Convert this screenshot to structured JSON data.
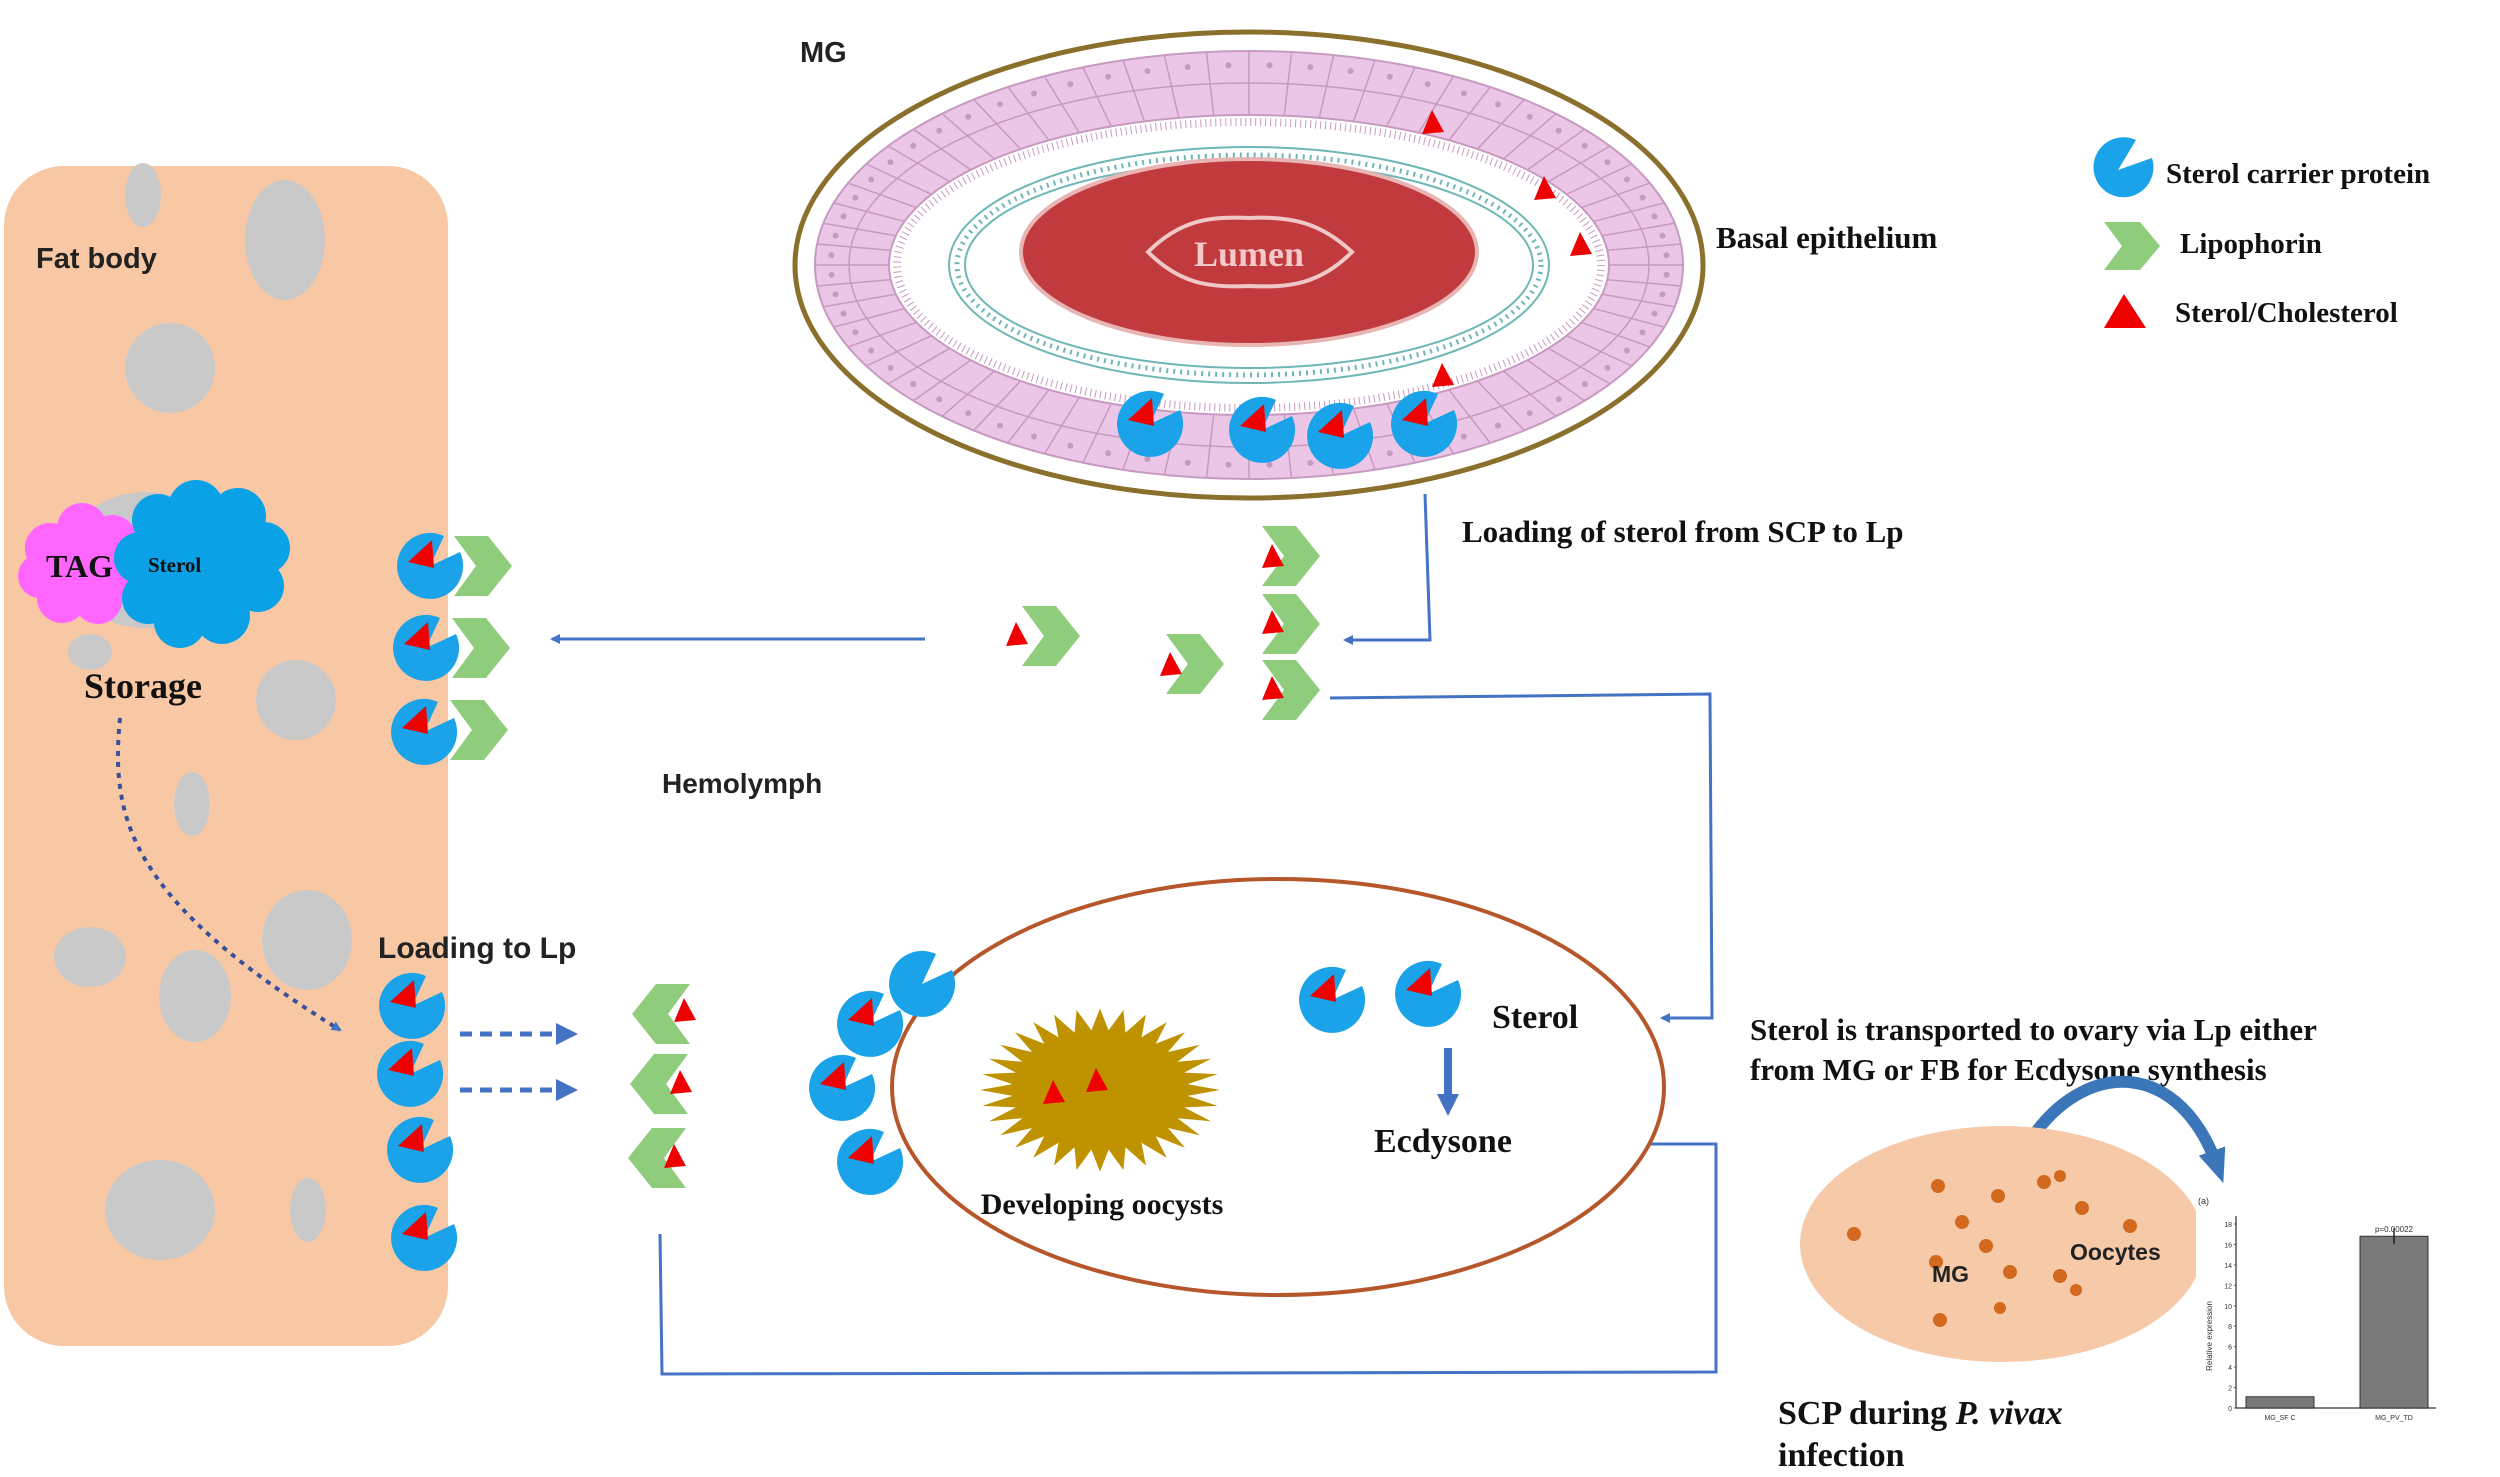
{
  "labels": {
    "mg": "MG",
    "lumen": "Lumen",
    "basal_epithelium": "Basal epithelium",
    "fat_body": "Fat body",
    "tag": "TAG",
    "sterol_store": "Sterol",
    "storage": "Storage",
    "loading_scp_lp": "Loading of sterol from SCP to Lp",
    "hemolymph": "Hemolymph",
    "loading_to_lp": "Loading to Lp",
    "developing_oocysts": "Developing oocysts",
    "sterol": "Sterol",
    "ecdysone": "Ecdysone",
    "transport_line1": "Sterol is transported to ovary via Lp either",
    "transport_line2": "from MG or FB for Ecdysone synthesis",
    "inset_mg": "MG",
    "inset_oocytes": "Oocytes",
    "scp_caption_prefix": "SCP during ",
    "scp_caption_species": "P. vivax",
    "scp_caption_line2": "infection"
  },
  "legend": [
    {
      "label": "Sterol carrier protein",
      "icon": "scp-pacman-icon",
      "color": "#1aa3e8"
    },
    {
      "label": "Lipophorin",
      "icon": "lipophorin-chevron-icon",
      "color": "#8fcc7c"
    },
    {
      "label": "Sterol/Cholesterol",
      "icon": "sterol-triangle-icon",
      "color": "#ee0000"
    }
  ],
  "inset_chart": {
    "panel_label": "(a)",
    "ylabel": "Relative expression",
    "yticks": [
      "0",
      "2",
      "4",
      "6",
      "8",
      "10",
      "12",
      "14",
      "16",
      "18"
    ],
    "pvalue": "p=0.00022",
    "categories": [
      "MG_SF C",
      "MG_PV_TD"
    ],
    "values": [
      1.1,
      16.8
    ],
    "ymax": 18
  },
  "colors": {
    "fat_body": "#f8c8a4",
    "lumen": "#c03a3e",
    "epithelium": "#ecc6e6",
    "scp": "#1aa3e8",
    "lipophorin": "#8fcc7c",
    "sterol": "#ee0000",
    "arrow": "#4472c4",
    "oocyst": "#bf9200",
    "tag": "#ff66ff"
  }
}
